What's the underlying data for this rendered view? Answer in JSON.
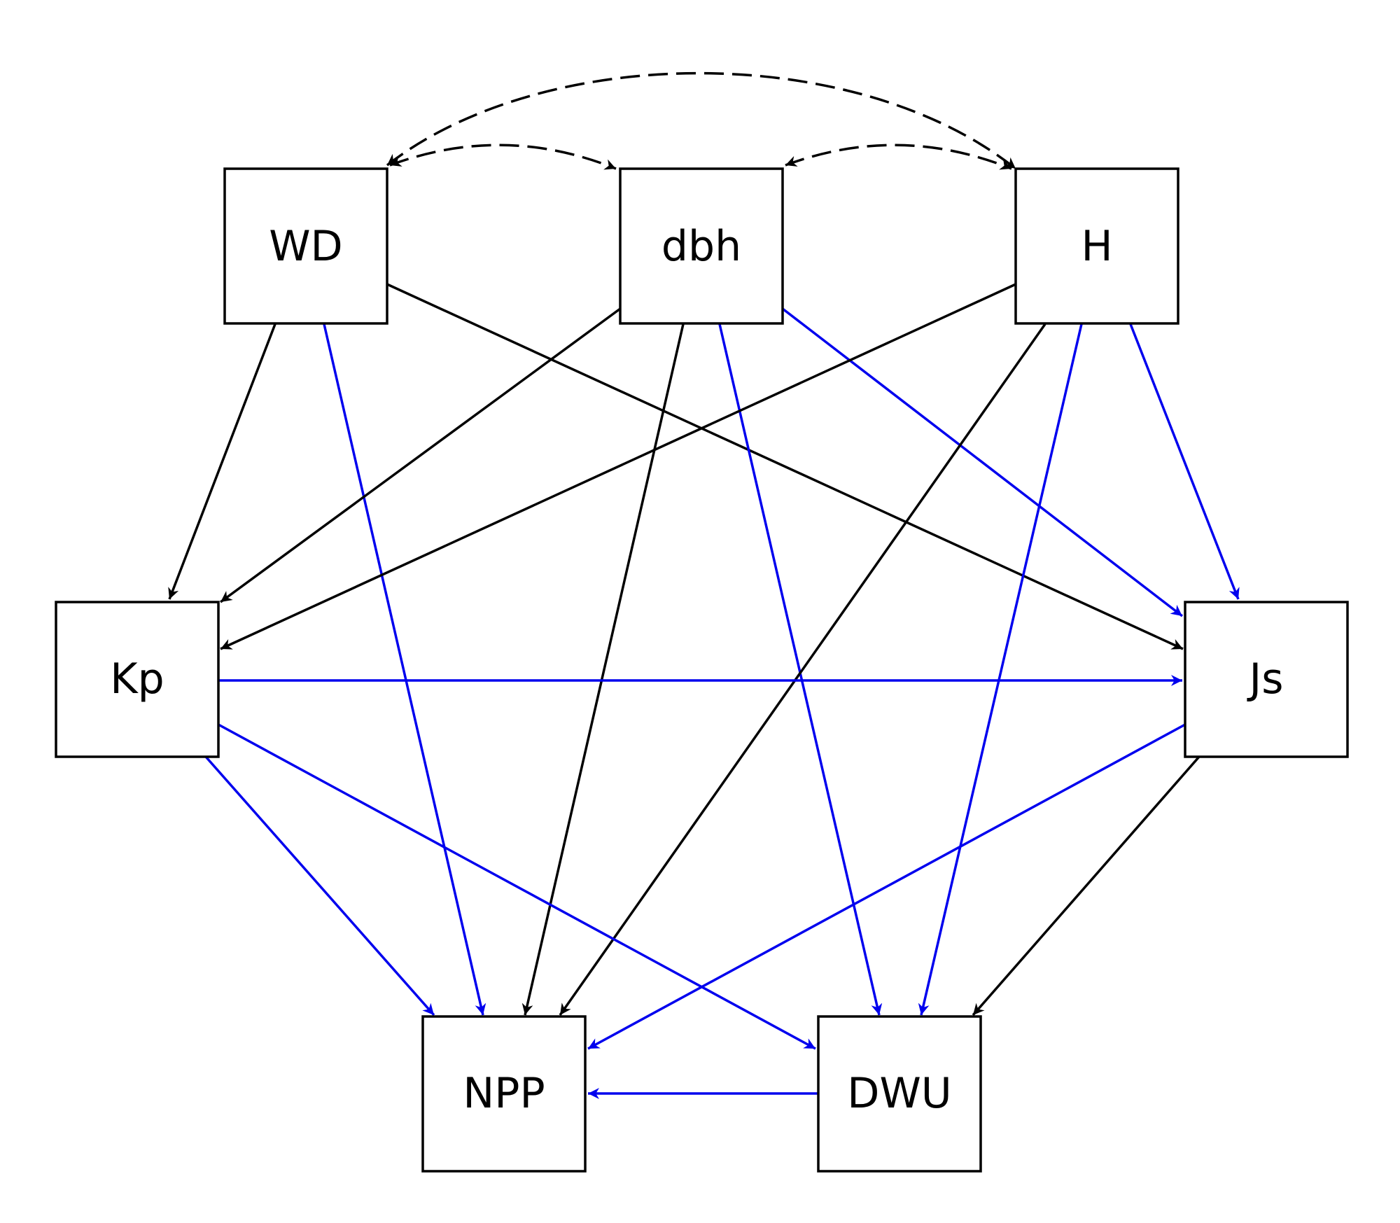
{
  "colors": {
    "positive": "#000000",
    "blue": "#0000ee",
    "node_border": "#000000",
    "background": "#ffffff"
  },
  "nodes": [
    {
      "id": "WD",
      "label": "WD"
    },
    {
      "id": "dbh",
      "label": "dbh"
    },
    {
      "id": "H",
      "label": "H"
    },
    {
      "id": "Kp",
      "label": "Kp"
    },
    {
      "id": "Js",
      "label": "Js"
    },
    {
      "id": "NPP",
      "label": "NPP"
    },
    {
      "id": "DWU",
      "label": "DWU"
    }
  ],
  "edges": [
    {
      "from": "WD",
      "to": "Kp",
      "color": "black",
      "style": "solid"
    },
    {
      "from": "WD",
      "to": "NPP",
      "color": "blue",
      "style": "solid"
    },
    {
      "from": "WD",
      "to": "Js",
      "color": "black",
      "style": "solid"
    },
    {
      "from": "dbh",
      "to": "Kp",
      "color": "black",
      "style": "solid"
    },
    {
      "from": "dbh",
      "to": "NPP",
      "color": "black",
      "style": "solid"
    },
    {
      "from": "dbh",
      "to": "DWU",
      "color": "blue",
      "style": "solid"
    },
    {
      "from": "dbh",
      "to": "Js",
      "color": "blue",
      "style": "solid"
    },
    {
      "from": "H",
      "to": "Kp",
      "color": "black",
      "style": "solid"
    },
    {
      "from": "H",
      "to": "NPP",
      "color": "black",
      "style": "solid"
    },
    {
      "from": "H",
      "to": "DWU",
      "color": "blue",
      "style": "solid"
    },
    {
      "from": "H",
      "to": "Js",
      "color": "blue",
      "style": "solid"
    },
    {
      "from": "Kp",
      "to": "Js",
      "color": "blue",
      "style": "solid"
    },
    {
      "from": "Kp",
      "to": "NPP",
      "color": "blue",
      "style": "solid"
    },
    {
      "from": "Kp",
      "to": "DWU",
      "color": "blue",
      "style": "solid"
    },
    {
      "from": "Js",
      "to": "NPP",
      "color": "blue",
      "style": "solid"
    },
    {
      "from": "Js",
      "to": "DWU",
      "color": "black",
      "style": "solid"
    },
    {
      "from": "DWU",
      "to": "NPP",
      "color": "blue",
      "style": "solid"
    }
  ],
  "correlations": [
    {
      "a": "WD",
      "b": "dbh",
      "style": "dashed",
      "bidirectional": true
    },
    {
      "a": "dbh",
      "b": "H",
      "style": "dashed",
      "bidirectional": true
    },
    {
      "a": "WD",
      "b": "H",
      "style": "dashed",
      "bidirectional": true
    }
  ]
}
